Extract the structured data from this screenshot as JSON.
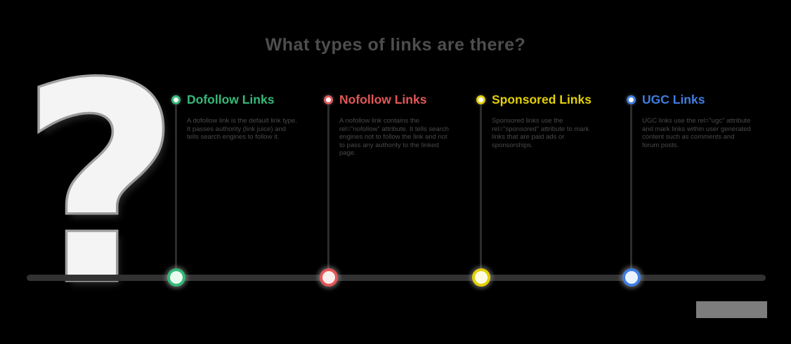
{
  "title": "What types of links are there?",
  "question_mark": "?",
  "colors": {
    "background": "#000000",
    "title": "#4e4e4e",
    "timeline": "#323232",
    "description": "#4a4a4a",
    "watermark": "#7d7d7d",
    "question_mark_fill": "#f4f4f4",
    "question_mark_outline": "#a3a3a3"
  },
  "items": [
    {
      "label": "Dofollow Links",
      "color": "#35b878",
      "node_fill": "#eafaf1",
      "description": "A dofollow link is the default link type. It passes authority (link juice) and tells search engines to follow it."
    },
    {
      "label": "Nofollow Links",
      "color": "#e25757",
      "node_fill": "#fdeeee",
      "description": "A nofollow link contains the rel=\"nofollow\" attribute. It tells search engines not to follow the link and not to pass any authority to the linked page."
    },
    {
      "label": "Sponsored Links",
      "color": "#e3cf07",
      "node_fill": "#fffbe2",
      "description": "Sponsored links use the rel=\"sponsored\" attribute to mark links that are paid ads or sponsorships."
    },
    {
      "label": "UGC Links",
      "color": "#3f7de0",
      "node_fill": "#ebf3fd",
      "description": "UGC links use the rel=\"ugc\" attribute and mark links within user generated content such as comments and forum posts."
    }
  ]
}
